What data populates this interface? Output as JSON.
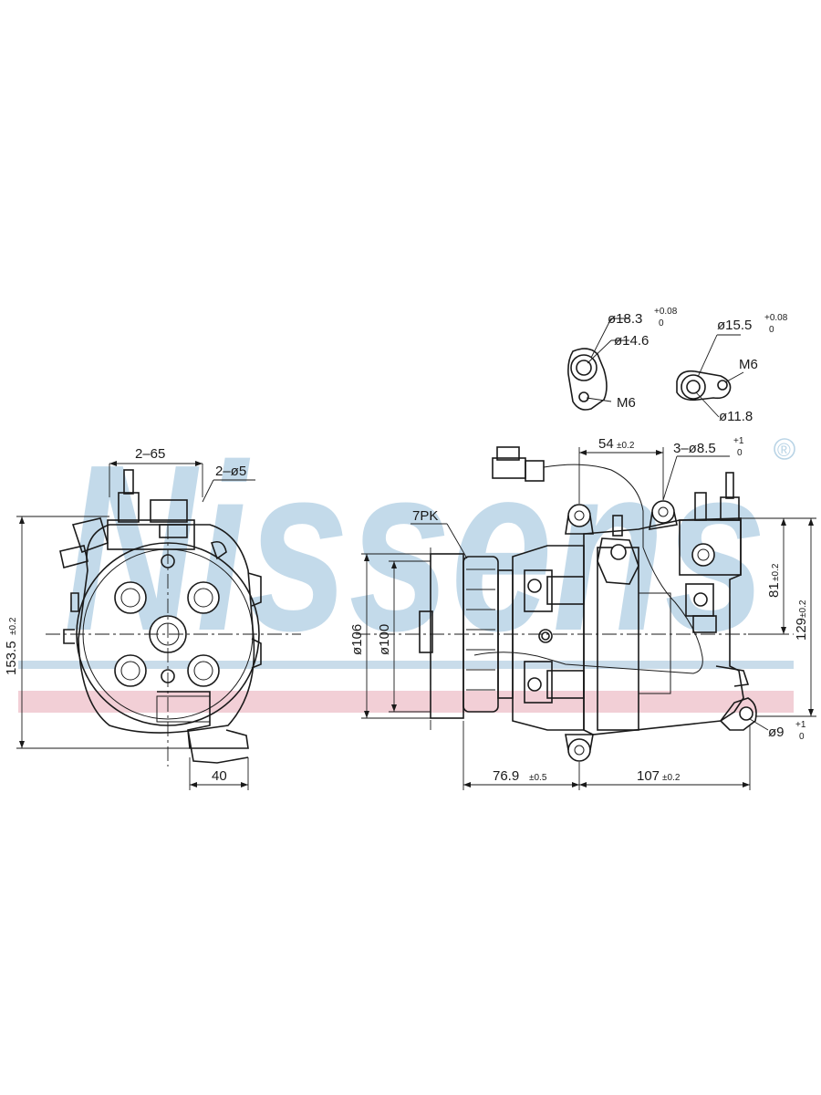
{
  "watermark": {
    "brand_text": "Nissens",
    "registered_mark": "®",
    "color_main": "#b9d4e6",
    "color_band": "#f2cfd6"
  },
  "front_view": {
    "dim_top": "2–65",
    "dim_holes": "2–ø5",
    "dim_height": "153.5",
    "dim_height_tol": "±0.2",
    "dim_bottom": "40"
  },
  "side_view": {
    "pulley_label": "7PK",
    "dia_outer": "ø106",
    "dia_inner": "ø100",
    "dim_pulley_len": "76.9",
    "dim_pulley_len_tol": "±0.5",
    "dim_body_len": "107",
    "dim_body_len_tol": "±0.2",
    "dim_mount_spacing": "54",
    "dim_mount_spacing_tol": "±0.2",
    "dim_mount_holes": "3–ø8.5",
    "dim_mount_holes_tol_upper": "+1",
    "dim_mount_holes_tol_lower": "0",
    "dim_height_81": "81",
    "dim_height_81_tol": "±0.2",
    "dim_height_129": "129",
    "dim_height_129_tol": "±0.2",
    "dim_bottom_hole": "ø9",
    "dim_bottom_hole_tol_upper": "+1",
    "dim_bottom_hole_tol_lower": "0"
  },
  "port_left": {
    "dia": "ø18.3",
    "dia_tol_upper": "+0.08",
    "dia_tol_lower": "0",
    "inner": "ø14.6",
    "thread": "M6"
  },
  "port_right": {
    "dia": "ø15.5",
    "dia_tol_upper": "+0.08",
    "dia_tol_lower": "0",
    "thread": "M6",
    "inner": "ø11.8"
  }
}
